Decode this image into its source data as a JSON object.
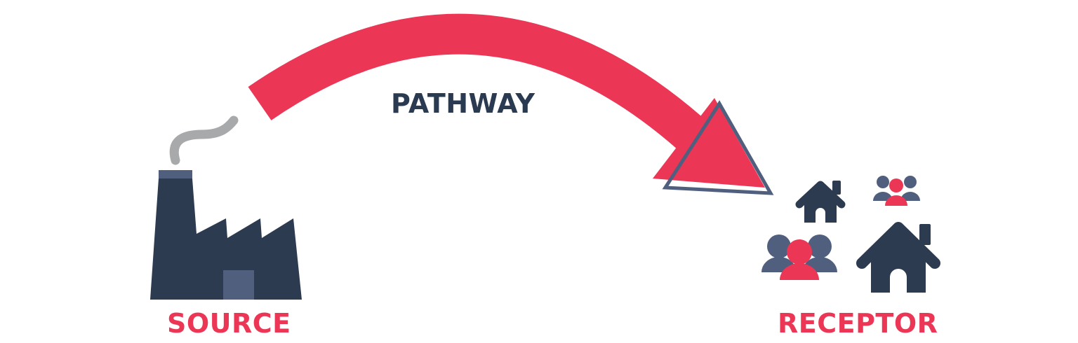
{
  "labels": {
    "pathway": "PATHWAY",
    "source": "SOURCE",
    "receptor": "RECEPTOR"
  },
  "colors": {
    "accent": "#ec3655",
    "dark_navy": "#2c3b50",
    "slate": "#515f7f",
    "smoke": "#a7a9ab",
    "background": "#ffffff"
  },
  "icons": {
    "source": "factory-icon",
    "smoke": "smoke-icon",
    "pathway": "curved-arrow",
    "receptor_houses": [
      "house-icon",
      "house-icon"
    ],
    "receptor_people": [
      "people-group-icon",
      "people-group-icon"
    ]
  }
}
